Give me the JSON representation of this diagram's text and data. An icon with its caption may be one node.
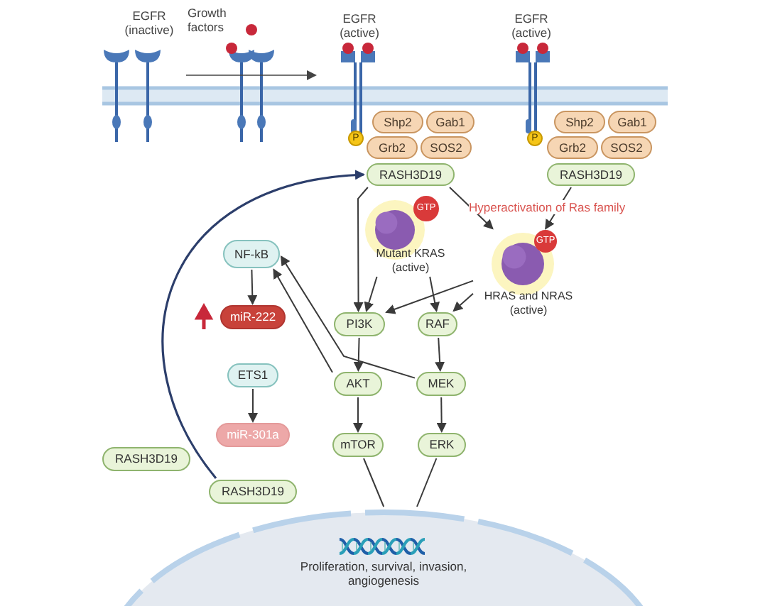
{
  "diagram": {
    "nodes": [
      {
        "text": [
          "Shp2"
        ]
      },
      {
        "text": [
          "Gab1"
        ]
      },
      {
        "text": [
          "P"
        ]
      },
      {
        "text": [
          "Grb2"
        ]
      },
      {
        "text": [
          "SOS2"
        ]
      },
      {
        "text": [
          "RASH3D19"
        ]
      },
      {
        "text": [
          "Shp2"
        ]
      },
      {
        "text": [
          "Gab1"
        ]
      },
      {
        "text": [
          "P"
        ]
      },
      {
        "text": [
          "Grb2"
        ]
      },
      {
        "text": [
          "SOS2"
        ]
      },
      {
        "text": [
          "RASH3D19"
        ]
      },
      {
        "text": [
          "GTP",
          "Mutant KRAS (active)"
        ]
      },
      {
        "text": [
          "GTP",
          "HRAS and NRAS (active)"
        ]
      },
      {
        "text": [
          "NF-kB"
        ]
      },
      {
        "text": [
          "miR-222"
        ]
      },
      {
        "text": [
          "PI3K"
        ]
      },
      {
        "text": [
          "RAF"
        ]
      },
      {
        "text": [
          "ETS1"
        ]
      },
      {
        "text": [
          "AKT"
        ]
      },
      {
        "text": [
          "MEK"
        ]
      },
      {
        "text": [
          "miR-301a"
        ]
      },
      {
        "text": [
          "RASH3D19"
        ]
      },
      {
        "text": [
          "mTOR"
        ]
      },
      {
        "text": [
          "ERK"
        ]
      },
      {
        "text": [
          "RASH3D19"
        ]
      },
      {
        "text": [
          "Proliferation, survival, invasion, angiogenesis"
        ]
      }
    ],
    "edges": [
      {
        "from": 5,
        "to": 16,
        "arrow": "to"
      },
      {
        "from": 5,
        "to": 13,
        "arrow": "to"
      },
      {
        "from": 11,
        "to": 13,
        "arrow": "to"
      },
      {
        "from": 12,
        "to": 16,
        "arrow": "to"
      },
      {
        "from": 12,
        "to": 17,
        "arrow": "to"
      },
      {
        "from": 13,
        "to": 16,
        "arrow": "to"
      },
      {
        "from": 13,
        "to": 17,
        "arrow": "to"
      },
      {
        "from": 14,
        "to": 15,
        "arrow": "to"
      },
      {
        "from": 16,
        "to": 19,
        "arrow": "to"
      },
      {
        "from": 17,
        "to": 20,
        "arrow": "to"
      },
      {
        "from": 18,
        "to": 21,
        "arrow": "to"
      },
      {
        "from": 19,
        "to": 14,
        "arrow": "to"
      },
      {
        "from": 20,
        "to": 14,
        "arrow": "to"
      },
      {
        "from": 19,
        "to": 23,
        "arrow": "to"
      },
      {
        "from": 20,
        "to": 24,
        "arrow": "to"
      },
      {
        "from": 23,
        "to": 26,
        "arrow": "none"
      },
      {
        "from": 24,
        "to": 26,
        "arrow": "none"
      },
      {
        "from": 25,
        "to": 5,
        "arrow": "to",
        "color": "#2c3e6b"
      }
    ],
    "labels": [
      "EGFR (inactive)",
      "Growth factors",
      "EGFR (active)",
      "EGFR (active)",
      "Hyperactivation of Ras family"
    ]
  }
}
